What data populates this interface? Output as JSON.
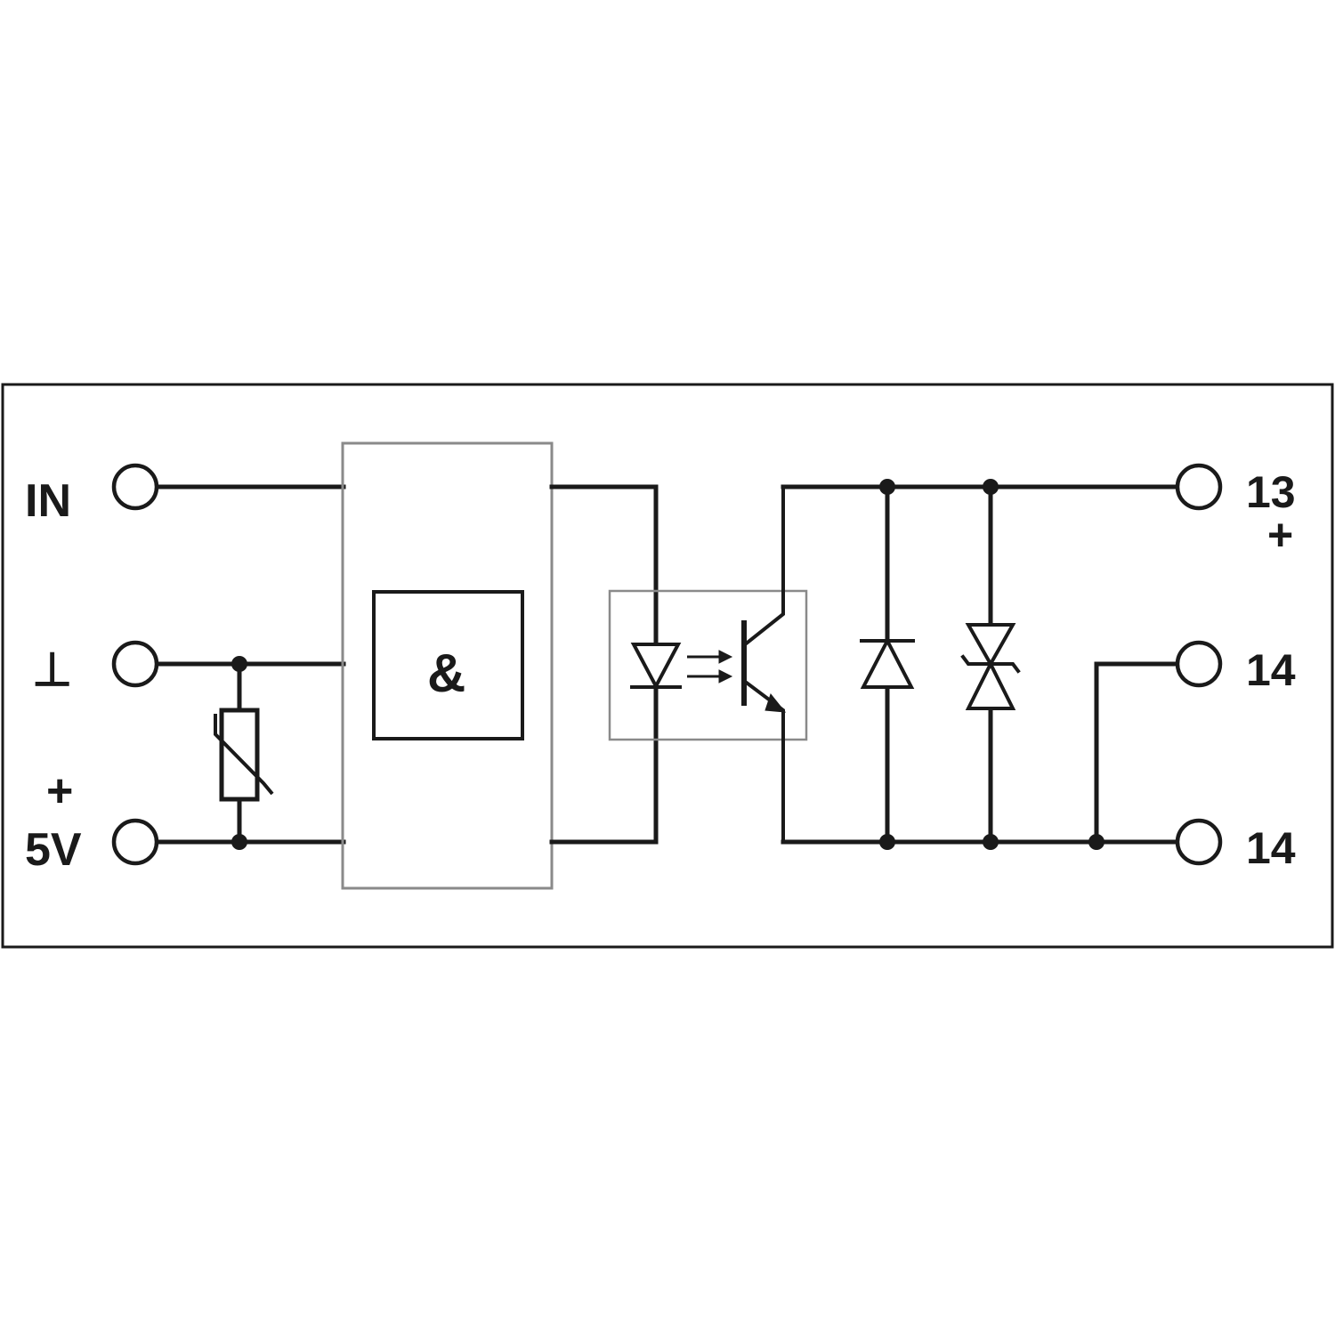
{
  "labels": {
    "in": "IN",
    "ground": "⊥",
    "plus_left": "+",
    "five_v": "5V",
    "logic": "&",
    "out_13": "13",
    "plus_right": "+",
    "out_14_a": "14",
    "out_14_b": "14"
  },
  "colors": {
    "line": "#1a1a1a",
    "module_border": "#8a8a8a",
    "background": "#ffffff"
  }
}
